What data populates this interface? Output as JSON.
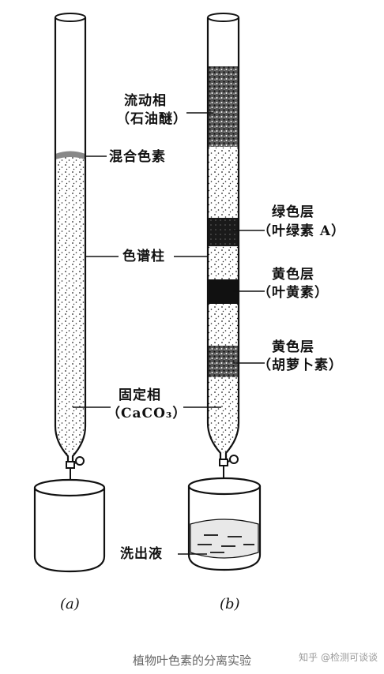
{
  "labels": {
    "mobile_phase": "流动相",
    "mobile_phase_sub": "（石油醚）",
    "mixed_pigment": "混合色素",
    "column": "色谱柱",
    "green_layer": "绿色层",
    "green_layer_sub": "（叶绿素 A）",
    "yellow_layer_1": "黄色层",
    "yellow_layer_1_sub": "（叶黄素）",
    "yellow_layer_2": "黄色层",
    "yellow_layer_2_sub": "（胡萝卜素）",
    "stationary_phase": "固定相",
    "stationary_phase_sub": "（CaCO₃）",
    "eluent": "洗出液"
  },
  "parts": {
    "a": "(a)",
    "b": "(b)"
  },
  "caption": "植物叶色素的分离实验",
  "watermark": "知乎 @检测可谈谈"
}
